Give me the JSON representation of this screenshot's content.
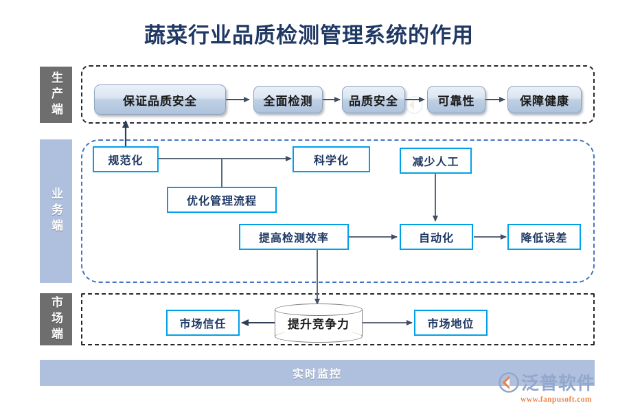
{
  "title": "蔬菜行业品质检测管理系统的作用",
  "colors": {
    "title_navy": "#1F3864",
    "gray_label": "#6E6E6E",
    "lavender": "#AFC0DF",
    "blue_outline": "#00A0E9",
    "dashed_blue": "#4472C4",
    "dashed_dark": "#262626",
    "connector": "#404E63"
  },
  "side_labels": [
    {
      "id": "production",
      "text": "生产端"
    },
    {
      "id": "business",
      "text": "业务端"
    },
    {
      "id": "market",
      "text": "市场端"
    }
  ],
  "production": {
    "nodes": [
      {
        "id": "ensure-quality-safety",
        "text": "保证品质安全"
      },
      {
        "id": "full-inspection",
        "text": "全面检测"
      },
      {
        "id": "quality-safety",
        "text": "品质安全"
      },
      {
        "id": "reliability",
        "text": "可靠性"
      },
      {
        "id": "guarantee-health",
        "text": "保障健康"
      }
    ]
  },
  "business": {
    "nodes": [
      {
        "id": "standardization",
        "text": "规范化"
      },
      {
        "id": "scientific",
        "text": "科学化"
      },
      {
        "id": "reduce-labor",
        "text": "减少人工"
      },
      {
        "id": "optimize-process",
        "text": "优化管理流程"
      },
      {
        "id": "improve-efficiency",
        "text": "提高检测效率"
      },
      {
        "id": "automation",
        "text": "自动化"
      },
      {
        "id": "reduce-error",
        "text": "降低误差"
      }
    ]
  },
  "market": {
    "nodes": [
      {
        "id": "market-trust",
        "text": "市场信任"
      },
      {
        "id": "boost-competitiveness",
        "text": "提升竞争力"
      },
      {
        "id": "market-position",
        "text": "市场地位"
      }
    ]
  },
  "footer": {
    "banner": "实时监控"
  },
  "logo": {
    "name": "泛普软件",
    "url": "www.fanpusoft.com"
  },
  "watermark": {
    "text": "泛普软件"
  }
}
